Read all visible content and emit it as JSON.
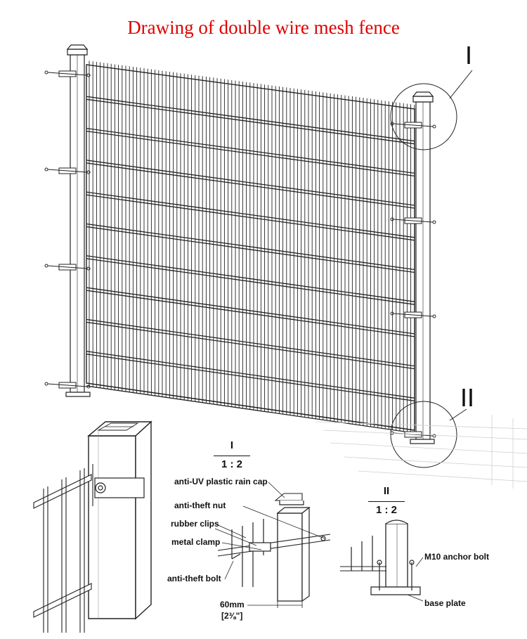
{
  "title": "Drawing of double wire mesh fence",
  "detail_markers": {
    "one": "I",
    "two": "II"
  },
  "detail_one": {
    "marker": "I",
    "scale": "1 : 2"
  },
  "detail_two": {
    "marker": "II",
    "scale": "1 : 2"
  },
  "labels": {
    "rain_cap": "anti-UV plastic rain cap",
    "anti_theft_nut": "anti-theft nut",
    "rubber_clips": "rubber clips",
    "metal_clamp": "metal clamp",
    "anti_theft_bolt": "anti-theft bolt",
    "post_width": "60mm",
    "post_width_inch": "[2⅜\"]",
    "anchor_bolt": "M10 anchor bolt",
    "base_plate": "base plate"
  }
}
